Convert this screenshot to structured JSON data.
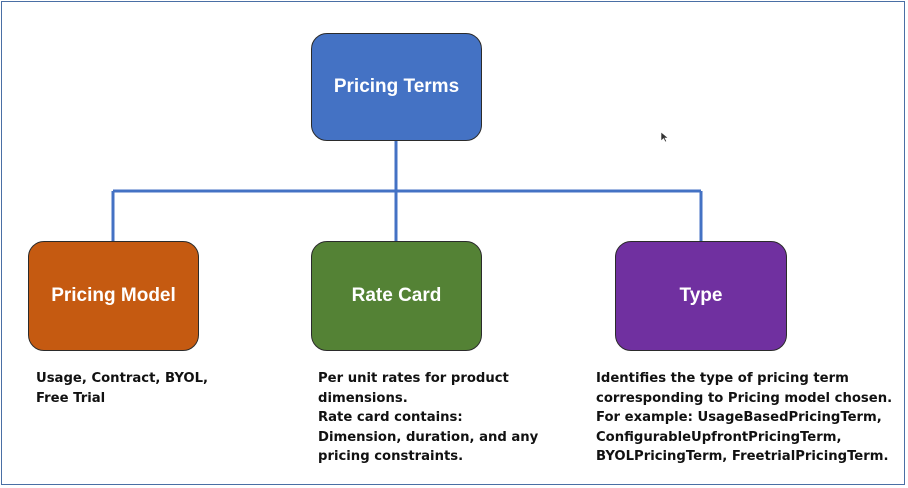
{
  "colors": {
    "root": "#4472c4",
    "pricing_model": "#c55a11",
    "rate_card": "#548235",
    "type": "#7030a0",
    "connector": "#4472c4"
  },
  "root": {
    "label": "Pricing Terms"
  },
  "children": [
    {
      "label": "Pricing Model",
      "description": "Usage, Contract, BYOL,\nFree Trial"
    },
    {
      "label": "Rate Card",
      "description": "Per unit rates for product\ndimensions.\nRate card contains:\nDimension, duration, and any\npricing constraints."
    },
    {
      "label": "Type",
      "description": "Identifies the type of pricing term\ncorresponding to Pricing model chosen.\nFor example: UsageBasedPricingTerm,\nConfigurableUpfrontPricingTerm,\nBYOLPricingTerm, FreetrialPricingTerm."
    }
  ],
  "icons": {
    "pointer": "mouse-pointer-icon"
  }
}
